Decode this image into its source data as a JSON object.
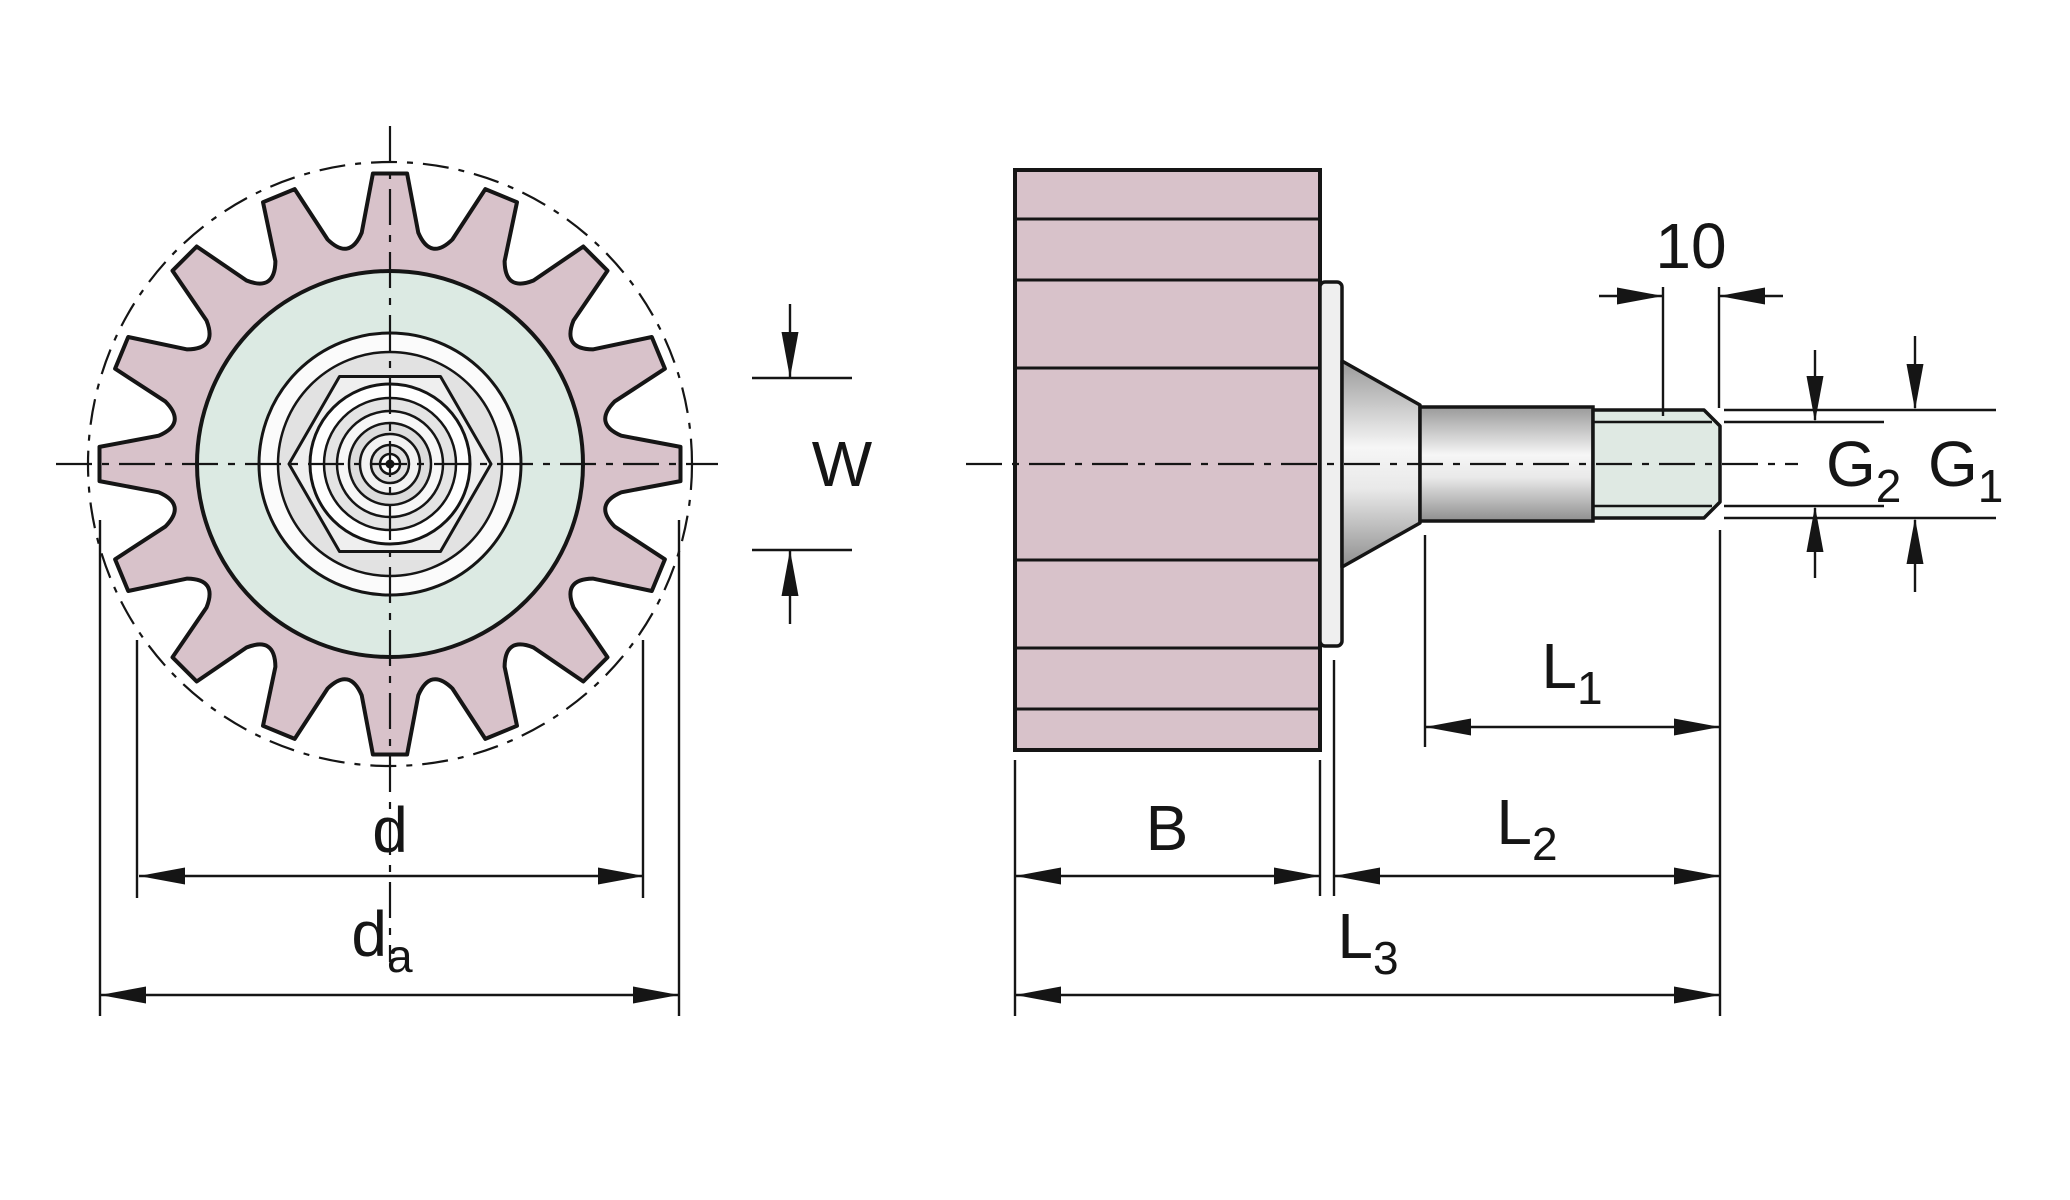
{
  "gear": {
    "teeth": 16
  },
  "dimensions": {
    "W": {
      "label": "W",
      "sub": ""
    },
    "d": {
      "label": "d",
      "sub": ""
    },
    "da": {
      "label": "d",
      "sub": "a"
    },
    "ten": {
      "label": "10",
      "sub": ""
    },
    "G2": {
      "label": "G",
      "sub": "2"
    },
    "G1": {
      "label": "G",
      "sub": "1"
    },
    "L1": {
      "label": "L",
      "sub": "1"
    },
    "L2": {
      "label": "L",
      "sub": "2"
    },
    "L3": {
      "label": "L",
      "sub": "3"
    },
    "B": {
      "label": "B",
      "sub": ""
    }
  },
  "colors": {
    "gear_body": "#d8c2ca",
    "hub_face": "#dceae3",
    "thread": "#dfe9e3",
    "line": "#151515",
    "background": "#ffffff"
  }
}
